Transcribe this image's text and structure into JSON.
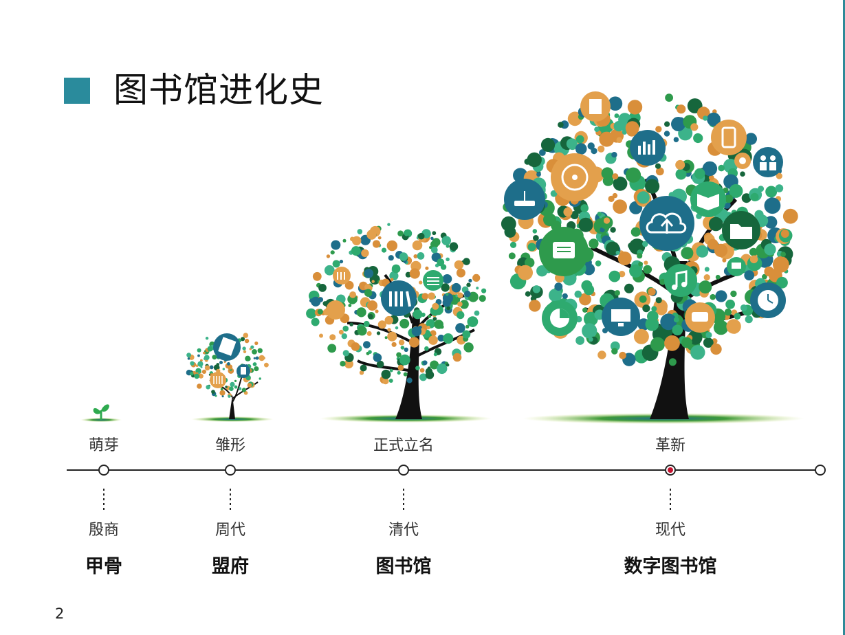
{
  "title": "图书馆进化史",
  "page_number": "2",
  "colors": {
    "teal": "#2a8b9c",
    "accent_red": "#c4122f",
    "green": "#2eaa6f",
    "orange": "#e3a04c",
    "dark_green": "#16663c"
  },
  "stages": [
    {
      "stage": "萌芽",
      "era": "殷商",
      "item": "甲骨",
      "icon": "sprout-icon"
    },
    {
      "stage": "雏形",
      "era": "周代",
      "item": "盟府",
      "icon": "small-tree-icon"
    },
    {
      "stage": "正式立名",
      "era": "清代",
      "item": "图书馆",
      "icon": "medium-tree-icon"
    },
    {
      "stage": "革新",
      "era": "现代",
      "item": "数字图书馆",
      "icon": "large-tree-icon"
    }
  ]
}
